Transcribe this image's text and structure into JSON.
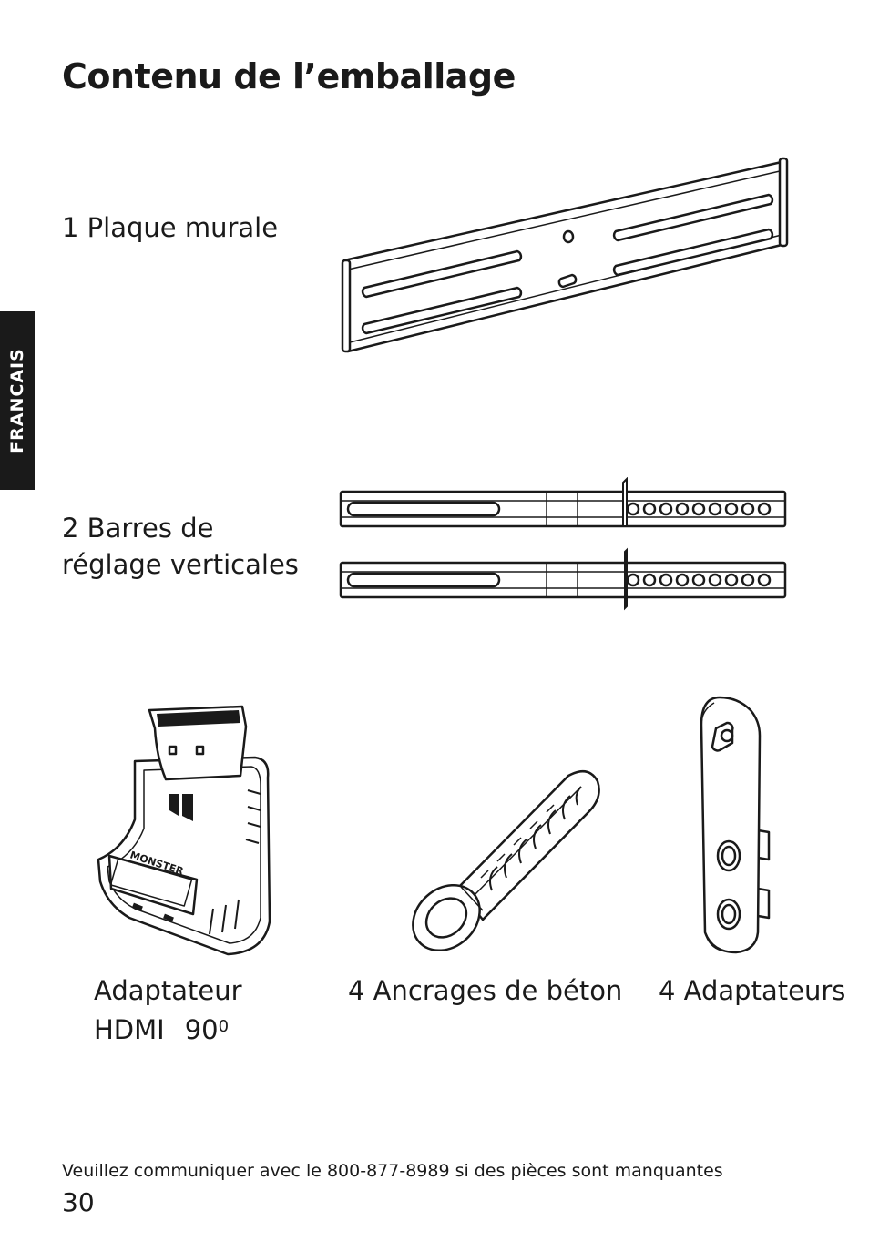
{
  "page": {
    "title": "Contenu de l’emballage",
    "language_tab": "FRANCAIS",
    "footer_note": "Veuillez communiquer avec le 800-877-8989 si des pièces sont manquantes",
    "page_number": "30"
  },
  "items": {
    "wall_plate": {
      "label": "1 Plaque murale"
    },
    "vertical_bars": {
      "line1": "2 Barres de",
      "line2": "réglage verticales"
    },
    "hdmi_adapter": {
      "line1": "Adaptateur",
      "line2a": "HDMI",
      "line2b": "90",
      "degree": "0",
      "logo_text": "MONSTER"
    },
    "concrete_anchors": {
      "label": "4 Ancrages de béton"
    },
    "adapters": {
      "label": "4 Adaptateurs"
    }
  },
  "colors": {
    "ink": "#1a1a1a",
    "tab_bg": "#1a1a1a",
    "tab_text": "#ffffff",
    "page_bg": "#ffffff"
  },
  "icons": [
    "wall-plate-illustration",
    "adjustment-bar-illustration",
    "hdmi-adapter-illustration",
    "concrete-anchor-illustration",
    "spacer-adapter-illustration"
  ]
}
